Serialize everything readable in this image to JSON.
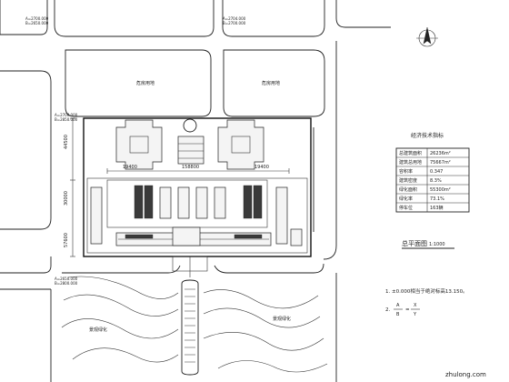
{
  "drawing": {
    "title": "总平面图",
    "scale": "1:1000",
    "site_labels": {
      "plot_left": "危房用地",
      "plot_right": "危房用地",
      "green_south": "景观绿化",
      "green_southeast": "景观绿化"
    },
    "dimensions": {
      "top_main": "158800",
      "top_left": "19400",
      "top_right": "19400",
      "left_vertical_1": "44500",
      "left_vertical_2": "30000",
      "left_vertical_3": "57600"
    },
    "coordinates": [
      "A=2700.000",
      "B=2650.000",
      "A=2704.000",
      "B=2700.000",
      "A=2700.000",
      "B=2850.000",
      "A=2650.000",
      "B=2800.000"
    ]
  },
  "tech_table": {
    "title": "经济技术指标",
    "rows": [
      {
        "label": "总建筑面积",
        "value": "26236m²"
      },
      {
        "label": "建筑总用地",
        "value": "75667m²"
      },
      {
        "label": "容积率",
        "value": "0.347"
      },
      {
        "label": "建筑密度",
        "value": "8.3%"
      },
      {
        "label": "绿化面积",
        "value": "55300m²"
      },
      {
        "label": "绿化率",
        "value": "73.1%"
      },
      {
        "label": "停车位",
        "value": "163辆"
      }
    ]
  },
  "notes": {
    "note1": "1. ±0.000相当于绝对标高13.150。",
    "note2_prefix": "2.",
    "note2_a": "A",
    "note2_b": "B",
    "note2_eq": "=",
    "note2_x": "X",
    "note2_y": "Y"
  },
  "watermark": "zhulong.com"
}
